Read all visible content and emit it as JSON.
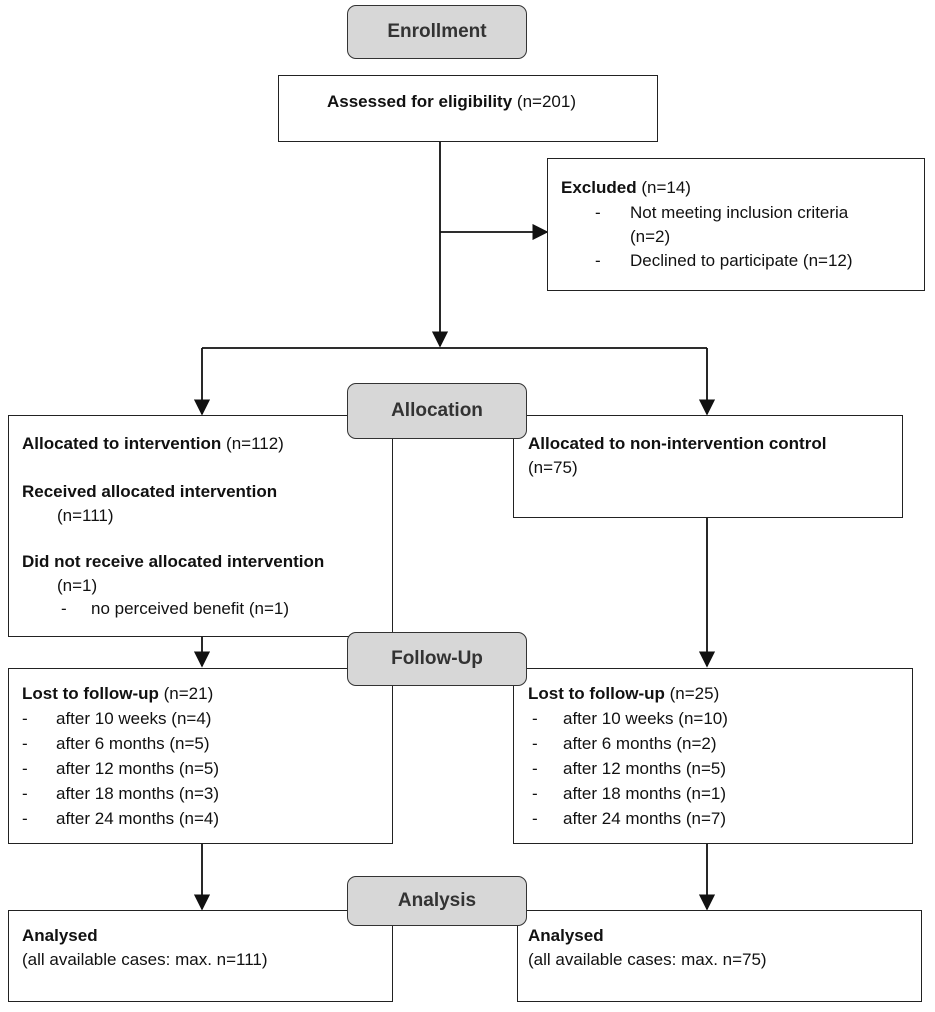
{
  "stages": {
    "enrollment": "Enrollment",
    "allocation": "Allocation",
    "followup": "Follow-Up",
    "analysis": "Analysis"
  },
  "assessed": {
    "label": "Assessed for eligibility",
    "count": "(n=201)"
  },
  "excluded": {
    "label": "Excluded",
    "count": "(n=14)",
    "items": [
      {
        "line1": "Not meeting inclusion criteria",
        "line2": "(n=2)"
      },
      {
        "line1": "Declined to participate (n=12)"
      }
    ]
  },
  "intervention": {
    "allocated_label": "Allocated to intervention",
    "allocated_count": "(n=112)",
    "received_label": "Received allocated intervention",
    "received_count": "(n=111)",
    "not_received_label": "Did not receive allocated intervention",
    "not_received_count": "(n=1)",
    "not_received_reason": "no perceived benefit (n=1)"
  },
  "control": {
    "allocated_label": "Allocated to non-intervention control",
    "allocated_count": "(n=75)"
  },
  "followup_left": {
    "label": "Lost to follow-up",
    "count": "(n=21)",
    "items": [
      "after 10 weeks (n=4)",
      "after 6 months (n=5)",
      "after 12 months (n=5)",
      "after 18 months (n=3)",
      "after 24 months (n=4)"
    ]
  },
  "followup_right": {
    "label": "Lost to follow-up",
    "count": "(n=25)",
    "items": [
      "after 10 weeks (n=10)",
      "after 6 months (n=2)",
      "after 12 months (n=5)",
      "after 18 months (n=1)",
      "after 24 months (n=7)"
    ]
  },
  "analysis_left": {
    "label": "Analysed",
    "detail": "(all available cases: max. n=111)"
  },
  "analysis_right": {
    "label": "Analysed",
    "detail": "(all available cases: max. n=75)"
  },
  "dash": "-"
}
